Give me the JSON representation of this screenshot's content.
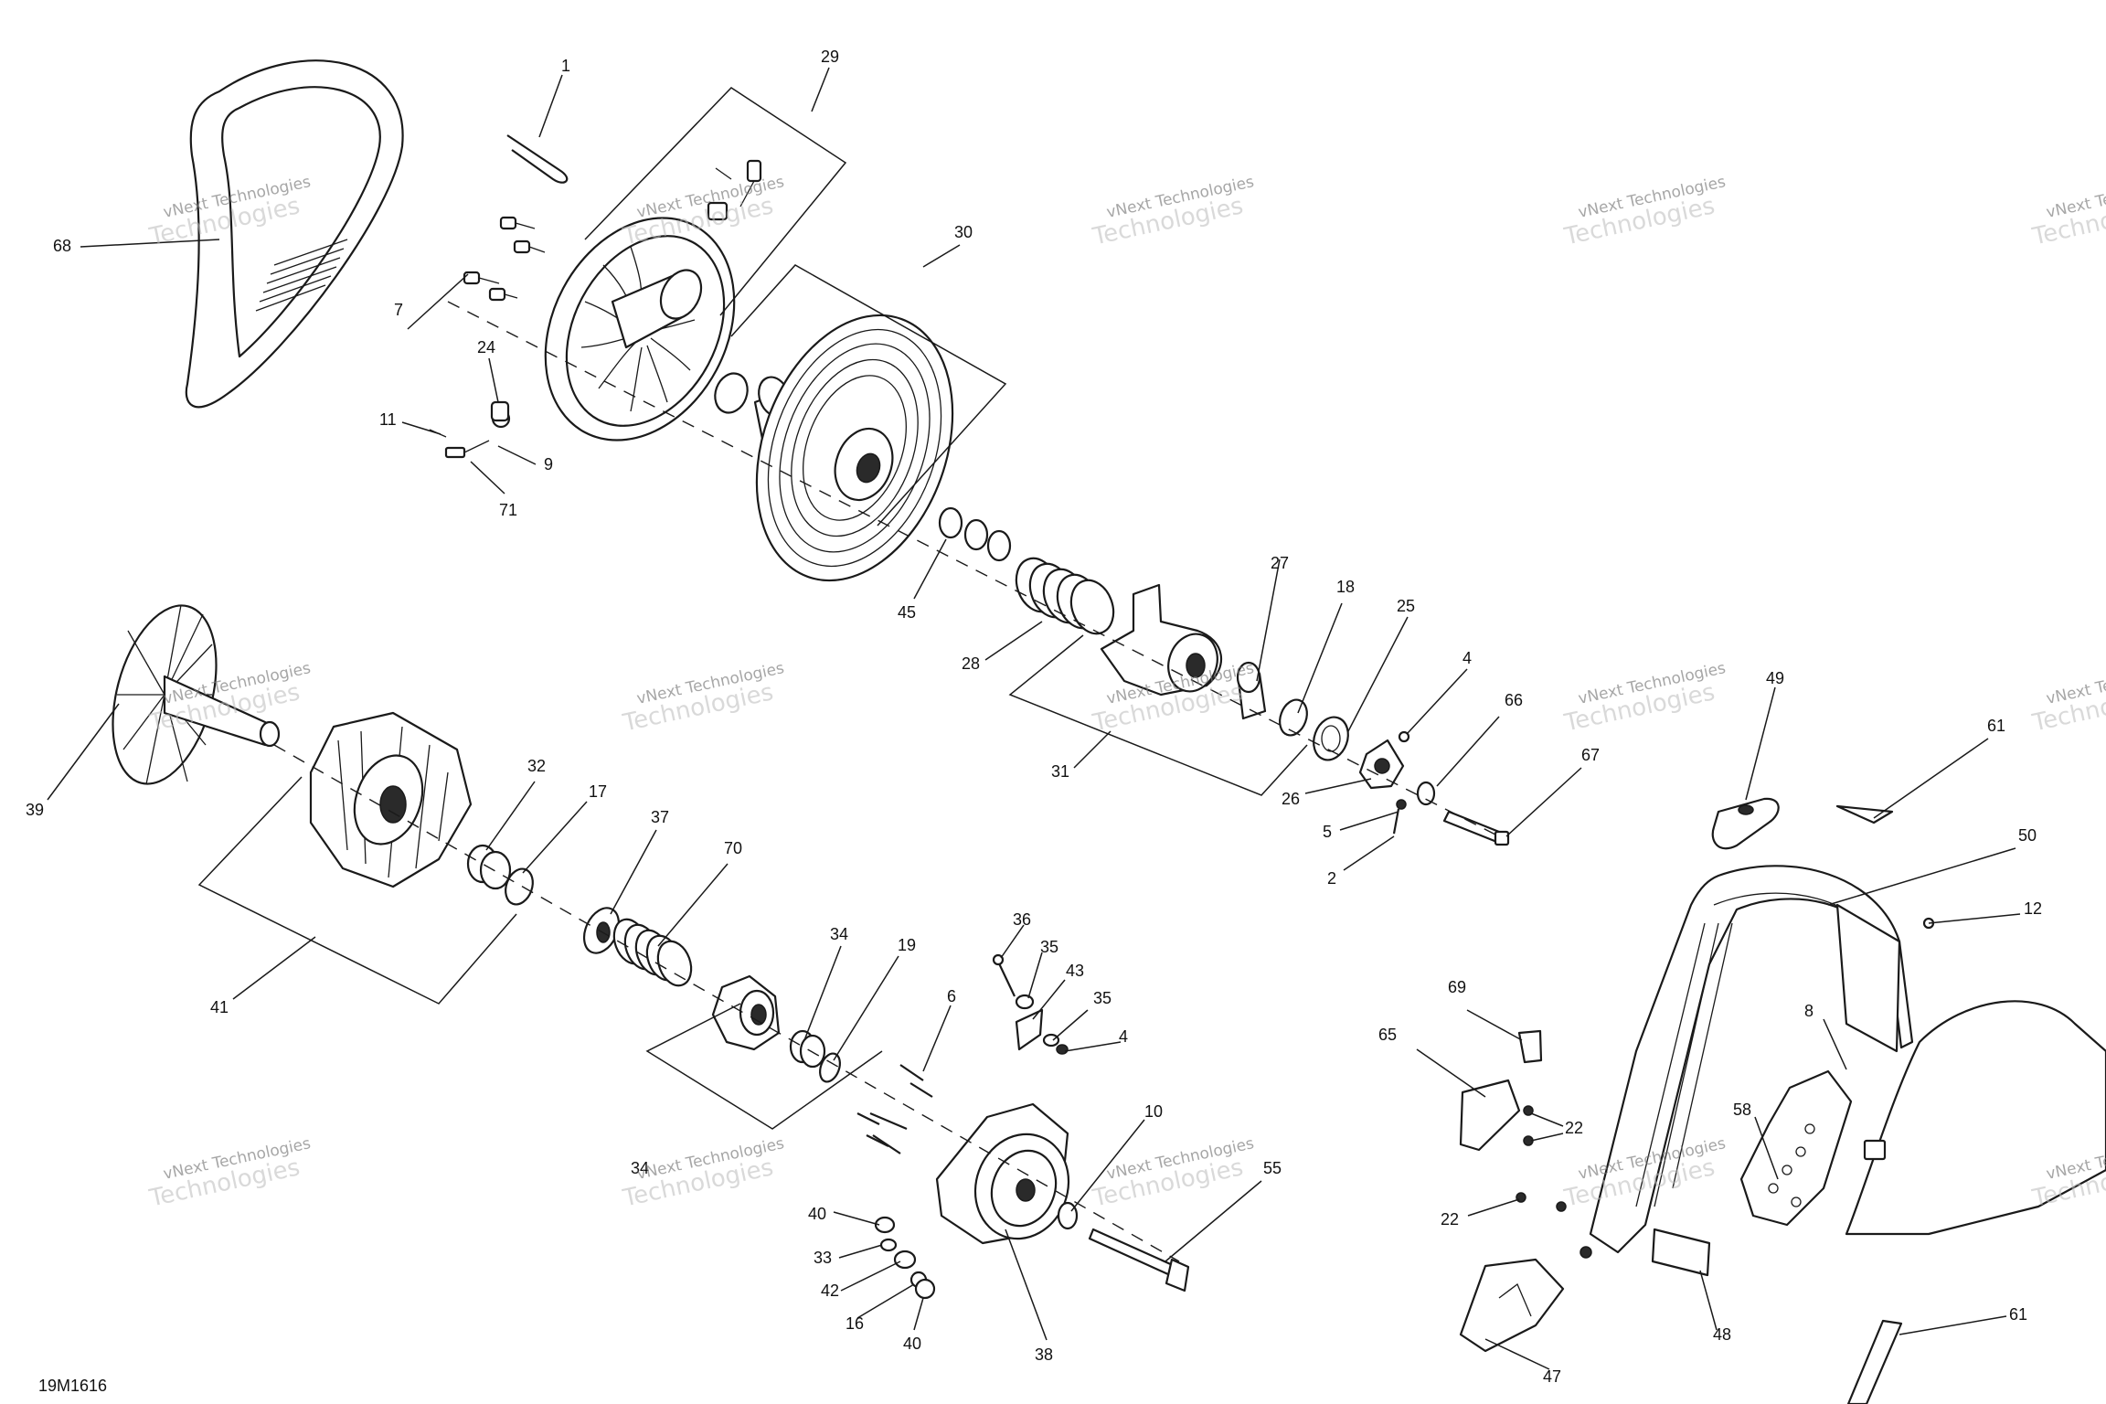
{
  "figure_id": "19M1616",
  "watermark": {
    "line1": "vNext Technologies",
    "line2": "Technologies"
  },
  "callouts": [
    "1",
    "29",
    "68",
    "30",
    "7",
    "24",
    "11",
    "9",
    "71",
    "45",
    "27",
    "18",
    "25",
    "28",
    "4",
    "66",
    "31",
    "26",
    "67",
    "5",
    "2",
    "39",
    "32",
    "17",
    "37",
    "70",
    "41",
    "49",
    "61",
    "50",
    "12",
    "36",
    "35",
    "43",
    "34",
    "19",
    "6",
    "69",
    "65",
    "8",
    "22",
    "58",
    "10",
    "55",
    "40",
    "33",
    "42",
    "16",
    "38",
    "47",
    "48"
  ]
}
